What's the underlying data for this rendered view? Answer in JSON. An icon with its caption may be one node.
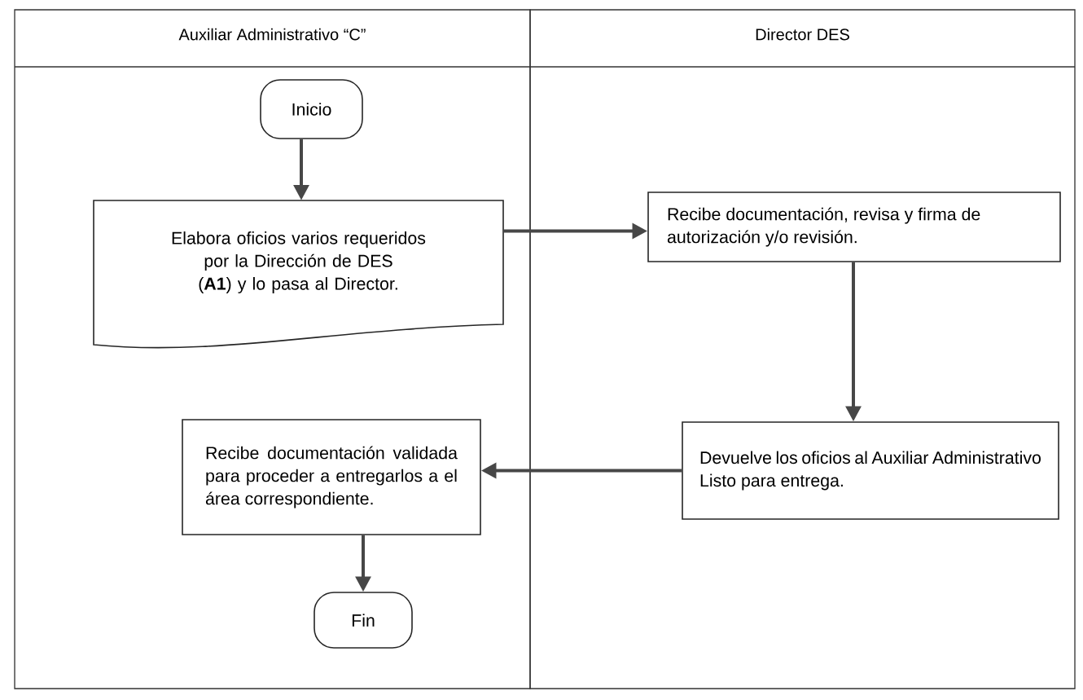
{
  "diagram": {
    "nodes": [
      {
        "text": [
          "Auxiliar Administrativo “C”"
        ]
      },
      {
        "text": [
          "Director DES"
        ]
      },
      {
        "text": [
          "Inicio"
        ],
        "in": 0
      },
      {
        "text": [
          "Elabora oficios varios requeridos por la Dirección de DES (**A1**) y lo pasa al Director."
        ],
        "in": 0
      },
      {
        "text": [
          "Recibe documentación, revisa y firma de autorización y/o revisión."
        ],
        "in": 1
      },
      {
        "text": [
          "Devuelve los oficios al Auxiliar Administrativo Listo para entrega."
        ],
        "in": 1
      },
      {
        "text": [
          "Recibe documentación validada para proceder a entregarlos a el área correspondiente."
        ],
        "in": 0
      },
      {
        "text": [
          "Fin"
        ],
        "in": 0
      }
    ],
    "edges": [
      {
        "from": 2,
        "to": 3,
        "arrow": "to"
      },
      {
        "from": 3,
        "to": 4,
        "arrow": "to"
      },
      {
        "from": 4,
        "to": 5,
        "arrow": "to"
      },
      {
        "from": 5,
        "to": 6,
        "arrow": "to"
      },
      {
        "from": 6,
        "to": 7,
        "arrow": "to"
      }
    ]
  }
}
